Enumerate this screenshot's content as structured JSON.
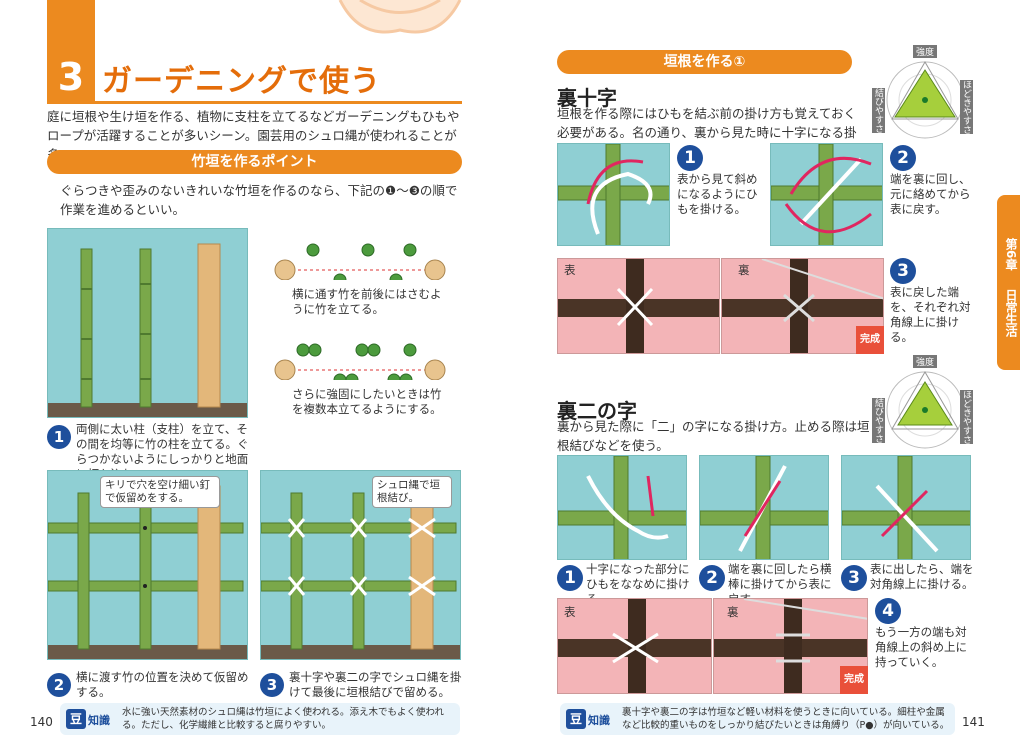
{
  "left": {
    "chapter_num": "3",
    "chapter_title": "ガーデニングで使う",
    "intro": "庭に垣根や生け垣を作る、植物に支柱を立てるなどガーデニングもひもやロープが活躍することが多いシーン。園芸用のシュロ縄が使われることが多い。",
    "section_title": "竹垣を作るポイント",
    "section_text": "ぐらつきや歪みのないきれいな竹垣を作るのなら、下記の❶〜❸の順で作業を進めるといい。",
    "diagram1_caption": "横に通す竹を前後にはさむように竹を立てる。",
    "diagram2_caption": "さらに強固にしたいときは竹を複数本立てるようにする。",
    "step1_num": "1",
    "step1_text": "両側に太い柱（支柱）を立て、その間を均等に竹の柱を立てる。ぐらつかないようにしっかりと地面に打ち込む。",
    "callout_a": "キリで穴を空け細い釘で仮留めをする。",
    "callout_b": "シュロ縄で垣根結び。",
    "step2_num": "2",
    "step2_text": "横に渡す竹の位置を決めて仮留めする。",
    "step3_num": "3",
    "step3_text": "裏十字や裏二の字でシュロ縄を掛けて最後に垣根結びで留める。",
    "page_num": "140",
    "mame_label_1": "豆",
    "mame_label_2": "知識",
    "mame_text": "水に強い天然素材のシュロ縄は竹垣によく使われる。添え木でもよく使われる。ただし、化学繊維と比較すると腐りやすい。"
  },
  "right": {
    "section_title": "垣根を作る①",
    "h_urajuji": "裏十字",
    "urajuji_text": "垣根を作る際にはひもを結ぶ前の掛け方も覚えておく必要がある。名の通り、裏から見た時に十字になる掛け方。",
    "uj_step1_num": "1",
    "uj_step1_text": "表から見て斜めになるようにひもを掛ける。",
    "uj_step2_num": "2",
    "uj_step2_text": "端を裏に回し、元に絡めてから表に戻す。",
    "uj_step3_num": "3",
    "uj_step3_text": "表に戻した端を、それぞれ対角線上に掛ける。",
    "label_omote": "表",
    "label_ura": "裏",
    "kansei": "完成",
    "h_uranino": "裏二の字",
    "uranino_text": "裏から見た際に「二」の字になる掛け方。止める際は垣根結びなどを使う。",
    "un_step1_num": "1",
    "un_step1_text": "十字になった部分にひもをななめに掛ける。",
    "un_step2_num": "2",
    "un_step2_text": "端を裏に回したら横棒に掛けてから表に戻す。",
    "un_step3_num": "3",
    "un_step3_text": "表に出したら、端を対角線上に掛ける。",
    "un_step4_num": "4",
    "un_step4_text": "もう一方の端も対角線上の斜め上に持っていく。",
    "radar": {
      "top": "強度",
      "left": "結びやすさ",
      "right": "ほどきやすさ"
    },
    "tab_chapter": "第6章",
    "tab_title": "日常生活",
    "page_num": "141",
    "mame_label_1": "豆",
    "mame_label_2": "知識",
    "mame_text": "裏十字や裏二の字は竹垣など軽い材料を使うときに向いている。細柱や金属など比較的重いものをしっかり結びたいときは角縛り（P●）が向いている。"
  },
  "colors": {
    "accent": "#ec8a1f",
    "step_blue": "#1e4f9c",
    "sky": "#8fcfd3",
    "bamboo": "#7aa84a",
    "pink": "#f3b4b7"
  }
}
